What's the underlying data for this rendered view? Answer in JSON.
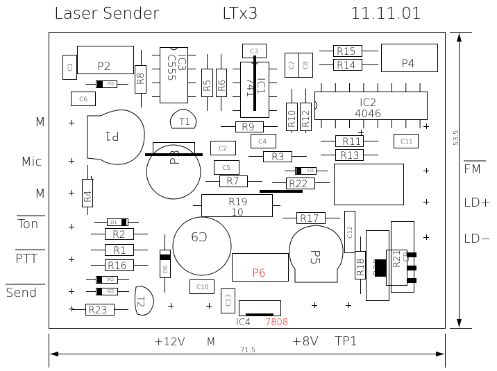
{
  "title": {
    "name": "Laser Sender",
    "model": "LTx3",
    "date": "11.11.01"
  },
  "dimensions": {
    "height_label": "53.5",
    "width_label": "71.5"
  },
  "left_connectors": [
    "M",
    "Mic",
    "M",
    "Ton",
    "PTT",
    "Send"
  ],
  "right_connectors": [
    "FM",
    "LD+",
    "LD−"
  ],
  "bottom_connectors": {
    "supply12": "+12V",
    "ground": "M",
    "supply8": "+8V",
    "testpoint": "TP1"
  },
  "ics": {
    "ic3": {
      "ref": "IC3",
      "value": "C555"
    },
    "ic1": {
      "ref": "IC1",
      "value": "741"
    },
    "ic2": {
      "ref": "IC2",
      "value": "4046"
    },
    "ic4": {
      "ref": "IC4",
      "value": "7808"
    }
  },
  "pots": {
    "p1": "P1",
    "p2": "P2",
    "p3": "P3",
    "p4": "P4",
    "p5": "P5",
    "p6": "P6"
  },
  "transistors": {
    "t1": "T1",
    "t2": "T2"
  },
  "resistors": {
    "r1": "R1",
    "r2": "R2",
    "r3": "R3",
    "r4": "R4",
    "r5": "R5",
    "r6": "R6",
    "r7": "R7",
    "r8": "R8",
    "r9": "R9",
    "r10": "R10",
    "r11": "R11",
    "r12": "R12",
    "r13": "R13",
    "r14": "R14",
    "r15": "R15",
    "r16": "R16",
    "r17": "R17",
    "r18": "R18",
    "r19": "R19",
    "r19_value": "10",
    "r20": "R20",
    "r21": "R21",
    "r22": "R22",
    "r23": "R23"
  },
  "capacitors": {
    "c1": "C1",
    "c2": "C2",
    "c3": "C3",
    "c4": "C4",
    "c5": "C5",
    "c6": "C6",
    "c7": "C7",
    "c8": "C8",
    "c9": "C9",
    "c10": "C10",
    "c11": "C11",
    "c12": "C12",
    "c13": "C13"
  },
  "diodes": {
    "d1": "D1",
    "d2": "D2",
    "d3": "D3",
    "d4": "D4",
    "d5": "D5",
    "d6": "D6"
  },
  "highlight_color": "#e00000"
}
